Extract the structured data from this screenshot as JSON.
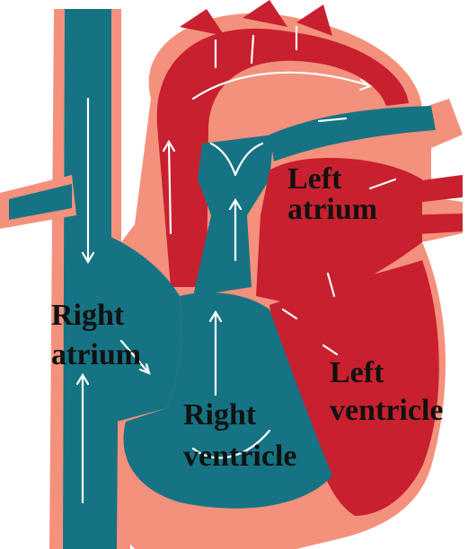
{
  "labels": {
    "left_atrium": [
      "Left",
      "atrium"
    ],
    "right_atrium": [
      "Right",
      "atrium"
    ],
    "right_ventricle": [
      "Right",
      "ventricle"
    ],
    "left_ventricle": [
      "Left",
      "ventricle"
    ]
  },
  "colors": {
    "oxygenated": "#c8202f",
    "deoxygenated": "#167383",
    "tissue": "#f4917c",
    "arrow": "#ffffff",
    "text": "#111111"
  }
}
